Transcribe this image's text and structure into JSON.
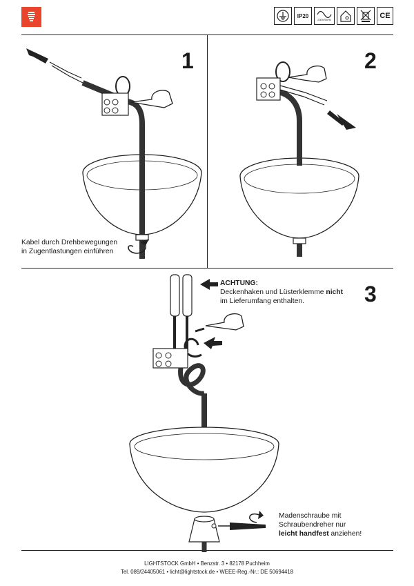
{
  "header": {
    "brand_color": "#e8452c",
    "logo_icon": "bulb-icon",
    "certifications": [
      {
        "name": "protection-class-icon",
        "label": ""
      },
      {
        "name": "ip-rating-badge",
        "label": "IP20"
      },
      {
        "name": "voltage-badge",
        "label": "230V/50Hz"
      },
      {
        "name": "indoor-use-icon",
        "label": ""
      },
      {
        "name": "weee-bin-icon",
        "label": ""
      },
      {
        "name": "ce-mark",
        "label": "CE"
      }
    ]
  },
  "steps": [
    {
      "number": "1",
      "caption_line1": "Kabel durch Drehbewegungen",
      "caption_line2": "in Zugentlastungen einführen"
    },
    {
      "number": "2"
    },
    {
      "number": "3",
      "warning_title": "ACHTUNG:",
      "warning_line1_pre": "Deckenhaken und Lüsterklemme ",
      "warning_line1_bold": "nicht",
      "warning_line2": "im Lieferumfang enthalten.",
      "screw_line1": "Madenschraube mit",
      "screw_line2": "Schraubendreher nur",
      "screw_line3_bold": "leicht handfest",
      "screw_line3_post": " anziehen!"
    }
  ],
  "footer": {
    "line1": "LIGHTSTOCK GmbH  •  Benzstr. 3  •  82178 Puchheim",
    "line2": "Tel. 089/24405061  •  licht@lightstock.de  •  WEEE-Reg.-Nr.: DE 50694418"
  }
}
